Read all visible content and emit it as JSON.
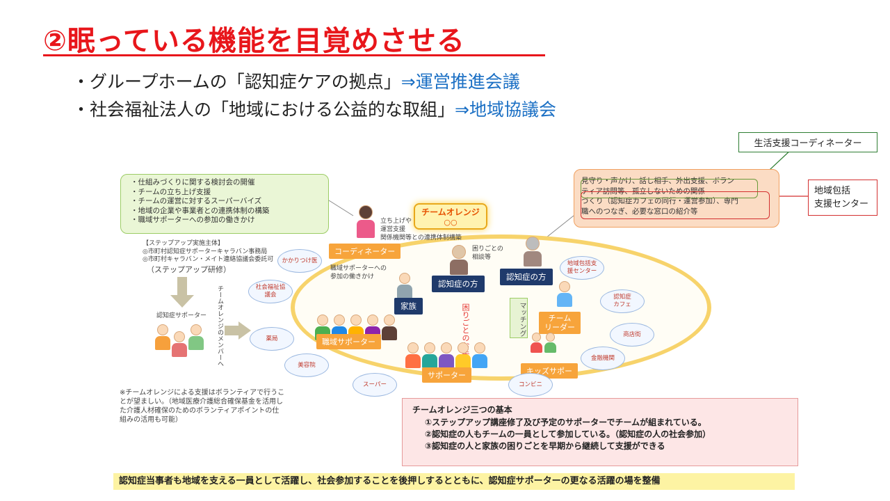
{
  "title": "②眠っている機能を目覚めさせる",
  "bullets": [
    {
      "prefix": "・グループホームの「認知症ケアの拠点」",
      "arrow": "⇒運営推進会議"
    },
    {
      "prefix": "・社会福祉法人の「地域における公益的な取組」",
      "arrow": "⇒地域協議会"
    }
  ],
  "callouts": {
    "coordinator": "生活支援コーディネーター",
    "center_line1": "地域包括",
    "center_line2": "支援センター"
  },
  "green_box": [
    "・仕組みづくりに関する検討会の開催",
    "・チームの立ち上げ支援",
    "・チームの運営に対するスーパーバイズ",
    "・地域の企業や事業者との連携体制の構築",
    "・職域サポーターへの参加の働きかけ"
  ],
  "orange_box": [
    "見守り・声かけ、話し相手、外出支援、ボラン",
    "ティア訪問等、孤立しないための関係",
    "づくり（認知症カフェの同行・運営参加）、専門",
    "職へのつなぎ、必要な窓口の紹介等"
  ],
  "stepup": {
    "heading": "【ステップアップ実施主体】",
    "line1": "◎市町村認知症サポーターキャラバン事務局",
    "line2": "◎市町村キャラバン・メイト連絡協議会委託可",
    "training": "（ステップアップ研修）",
    "supporter": "認知症サポーター",
    "vertical": "チームオレンジのメンバーへ"
  },
  "team": {
    "name": "チームオレンジ",
    "sub": "○○"
  },
  "labels": {
    "coordinator": "コーディネーター",
    "dementia_a": "認知症の方",
    "dementia_b": "認知症の方",
    "family": "家族",
    "workplace": "職域サポーター",
    "supporter": "サポーター",
    "kids": "キッズサポー",
    "leader_line1": "チーム",
    "leader_line2": "リーダー",
    "matching": "マッチング",
    "help": "困りごとのお手伝い"
  },
  "small_texts": {
    "launch": "立ち上げや\n運営支援\n関係機関等との連携体制構築",
    "worries": "困りごとの\n相談等",
    "workplace_call": "職域サポーターへの\n参加の働きかけ"
  },
  "bubbles": {
    "doctor": "かかりつけ医",
    "welfare": "社会福祉協\n議会",
    "pharmacy": "薬局",
    "salon": "美容院",
    "super": "スーパー",
    "center": "地域包括支\n援センター",
    "cafe": "認知症\nカフェ",
    "shops": "商店街",
    "bank": "金融機関",
    "conv": "コンビニ"
  },
  "note": "※チームオレンジによる支援はボランティアで行うことが望ましい。（地域医療介護総合確保基金を活用した介護人材確保のためのボランティアポイントの仕組みの活用も可能）",
  "basics": {
    "heading": "チームオレンジ三つの基本",
    "items": [
      "①ステップアップ講座修了及び予定のサポーターでチームが組まれている。",
      "②認知症の人もチームの一員として参加している。（認知症の人の社会参加）",
      "③認知症の人と家族の困りごとを早期から継続して支援ができる"
    ]
  },
  "footer": "認知症当事者も地域を支える一員として活躍し、社会参加することを後押しするとともに、認知症サポーターの更なる活躍の場を整備",
  "colors": {
    "title": "#e8161b",
    "arrow_text": "#1a6fc4",
    "accent_orange": "#f7a43b",
    "navy": "#1f3a6b"
  }
}
